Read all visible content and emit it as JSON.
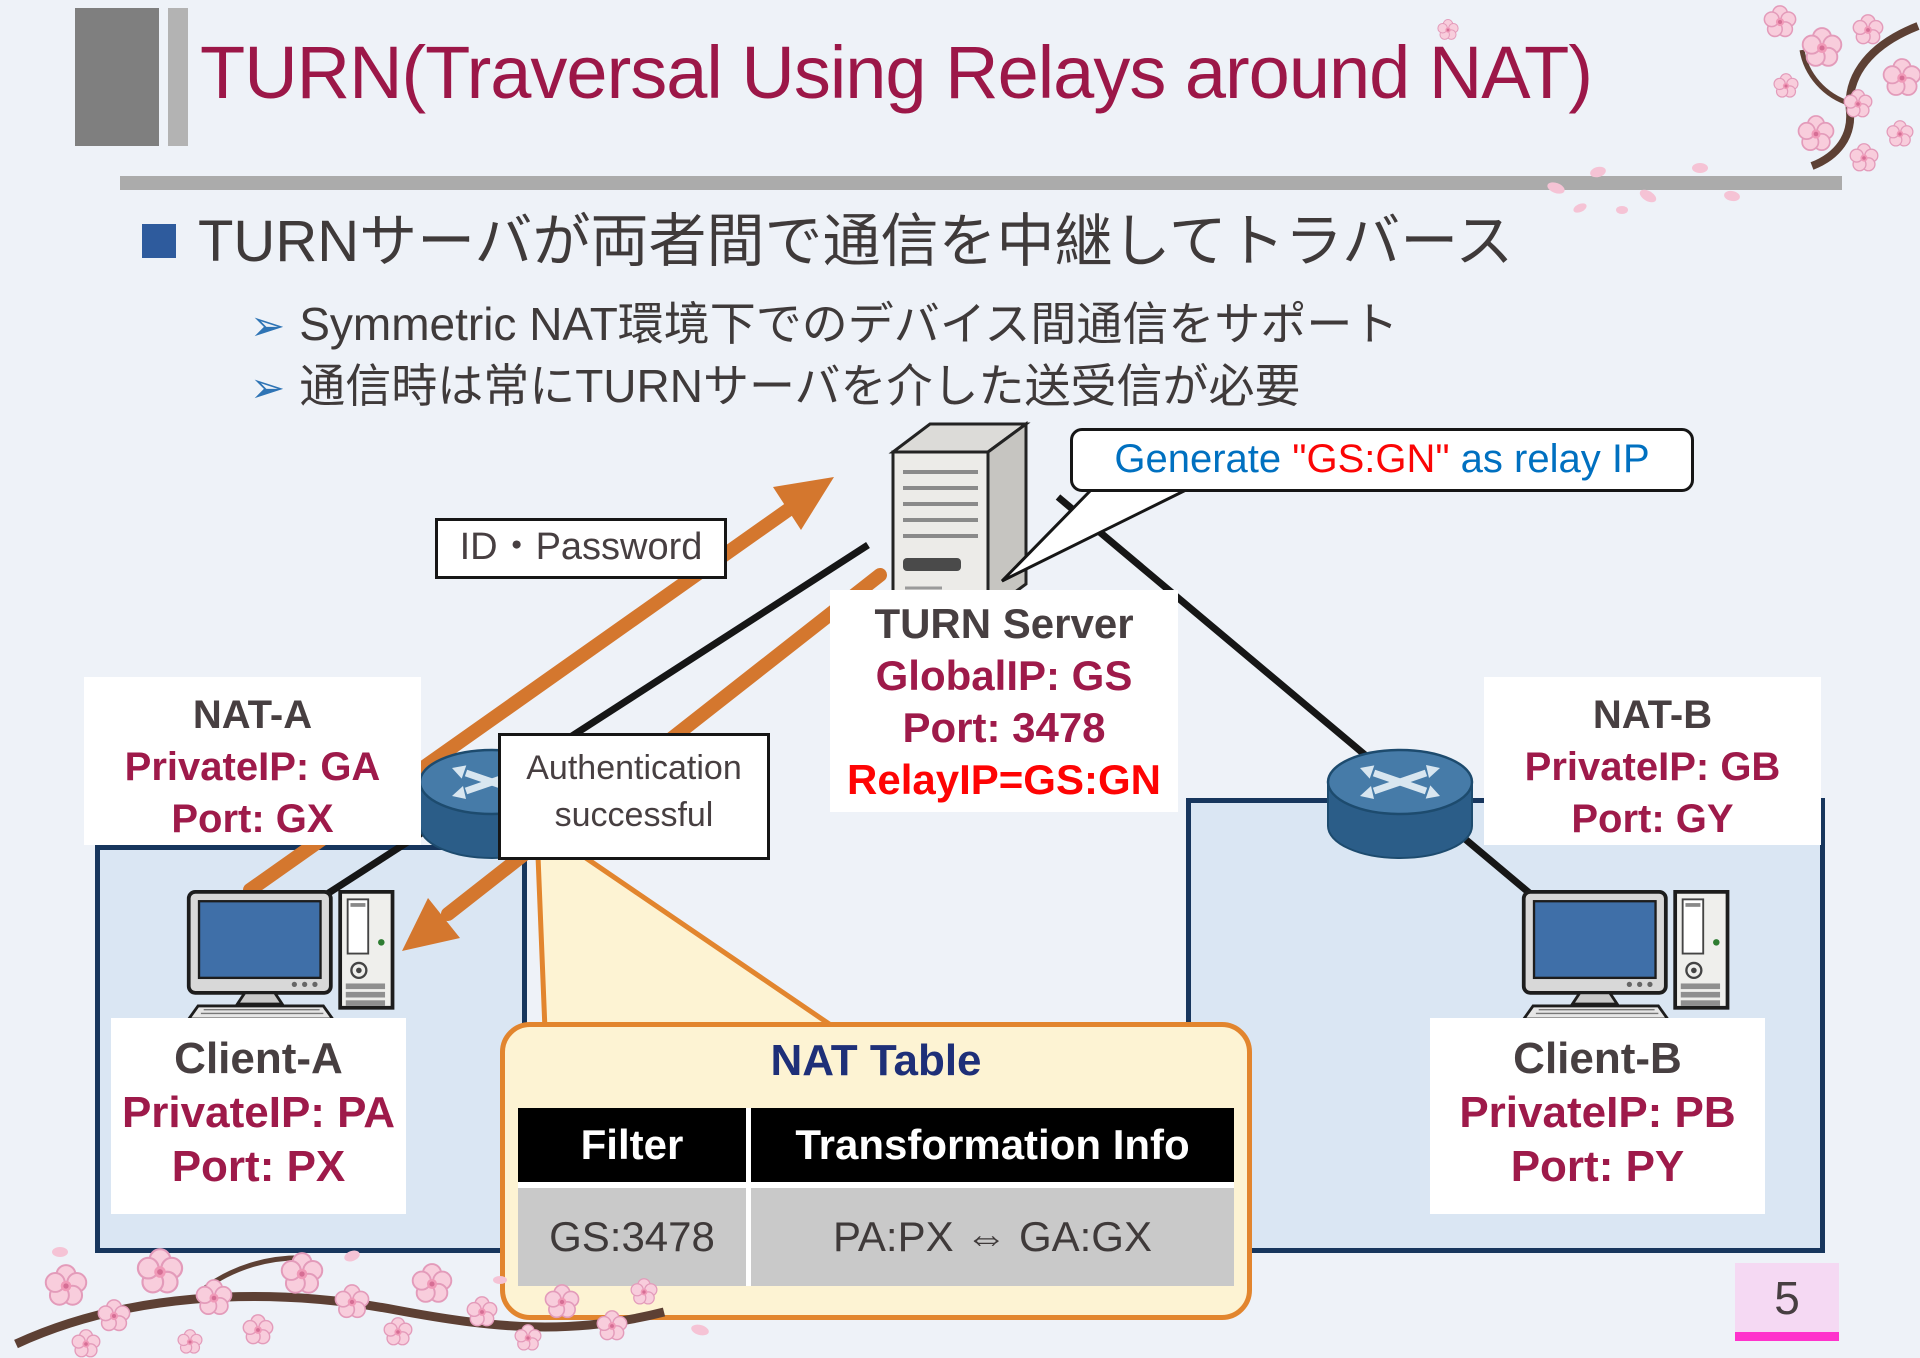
{
  "slide": {
    "title": "TURN(Traversal Using Relays around NAT)",
    "page_number": "5"
  },
  "bullets": {
    "marker": "➢",
    "main": "TURNサーバが両者間で通信を中継してトラバース",
    "sub1": "Symmetric NAT環境下でのデバイス間通信をサポート",
    "sub2": "通信時は常にTURNサーバを介した送受信が必要"
  },
  "diagram": {
    "relay_callout": {
      "prefix": "Generate ",
      "relay_ip": "\"GS:GN\"",
      "suffix": " as relay IP"
    },
    "id_password": "ID・Password",
    "auth": {
      "line1": "Authentication",
      "line2": "successful"
    },
    "turn_server": {
      "name": "TURN Server",
      "global_ip": "GlobalIP: GS",
      "port": "Port: 3478",
      "relay_ip": "RelayIP=GS:GN"
    },
    "nat_a": {
      "name": "NAT-A",
      "private_ip": "PrivateIP: GA",
      "port": "Port: GX"
    },
    "nat_b": {
      "name": "NAT-B",
      "private_ip": "PrivateIP: GB",
      "port": "Port: GY"
    },
    "client_a": {
      "name": "Client-A",
      "private_ip": "PrivateIP: PA",
      "port": "Port: PX"
    },
    "client_b": {
      "name": "Client-B",
      "private_ip": "PrivateIP: PB",
      "port": "Port: PY"
    },
    "nat_table": {
      "title": "NAT Table",
      "headers": [
        "Filter",
        "Transformation Info"
      ],
      "rows": [
        [
          "GS:3478",
          "PA:PX ⇔ GA:GX"
        ]
      ]
    }
  },
  "colors": {
    "title": "#9c1748",
    "maroon_text": "#9e1a4a",
    "red_text": "#fe0404",
    "callout_blue": "#0070c0",
    "arrow_orange": "#d4772e",
    "network_border_navy": "#17365d",
    "nat_table_title_navy": "#1e2f78",
    "page_accent_pink": "#ff33cc"
  }
}
